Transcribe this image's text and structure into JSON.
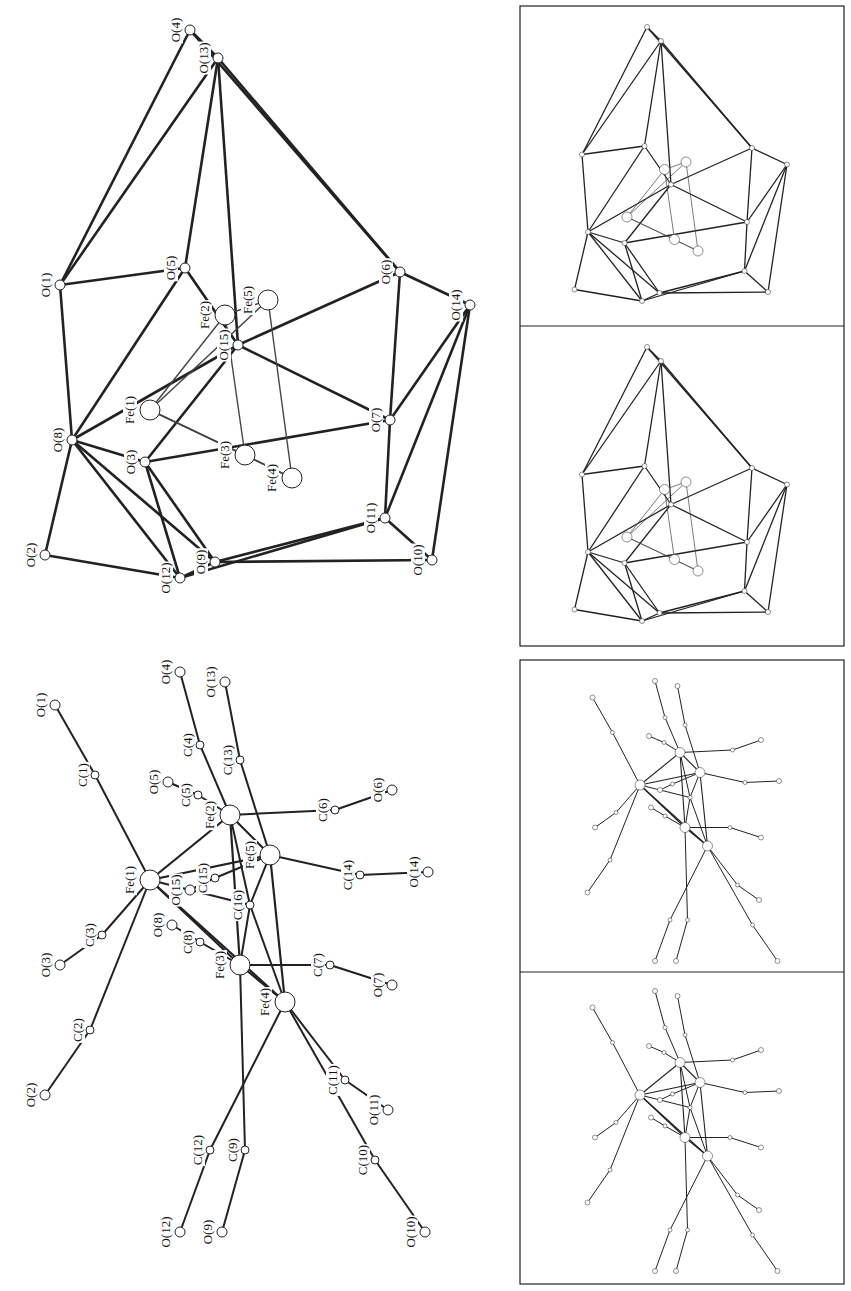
{
  "diagram": {
    "labels": [
      "O(1)",
      "O(2)",
      "O(3)",
      "O(4)",
      "O(5)",
      "O(6)",
      "O(7)",
      "O(8)",
      "O(9)",
      "O(10)",
      "O(11)",
      "O(12)",
      "O(13)",
      "O(14)",
      "O(15)",
      "Fe(1)",
      "Fe(2)",
      "Fe(3)",
      "Fe(4)",
      "Fe(5)",
      "O(1)",
      "O(2)",
      "O(3)",
      "O(4)",
      "O(5)",
      "O(6)",
      "O(7)",
      "O(8)",
      "O(9)",
      "O(10)",
      "O(11)",
      "O(12)",
      "O(13)",
      "O(14)",
      "O(15)",
      "C(1)",
      "C(2)",
      "C(3)",
      "C(4)",
      "C(5)",
      "C(6)",
      "C(7)",
      "C(8)",
      "C(9)",
      "C(10)",
      "C(11)",
      "C(12)",
      "C(13)",
      "C(14)",
      "C(15)",
      "C(16)",
      "Fe(1)",
      "Fe(2)",
      "Fe(3)",
      "Fe(4)",
      "Fe(5)"
    ]
  }
}
